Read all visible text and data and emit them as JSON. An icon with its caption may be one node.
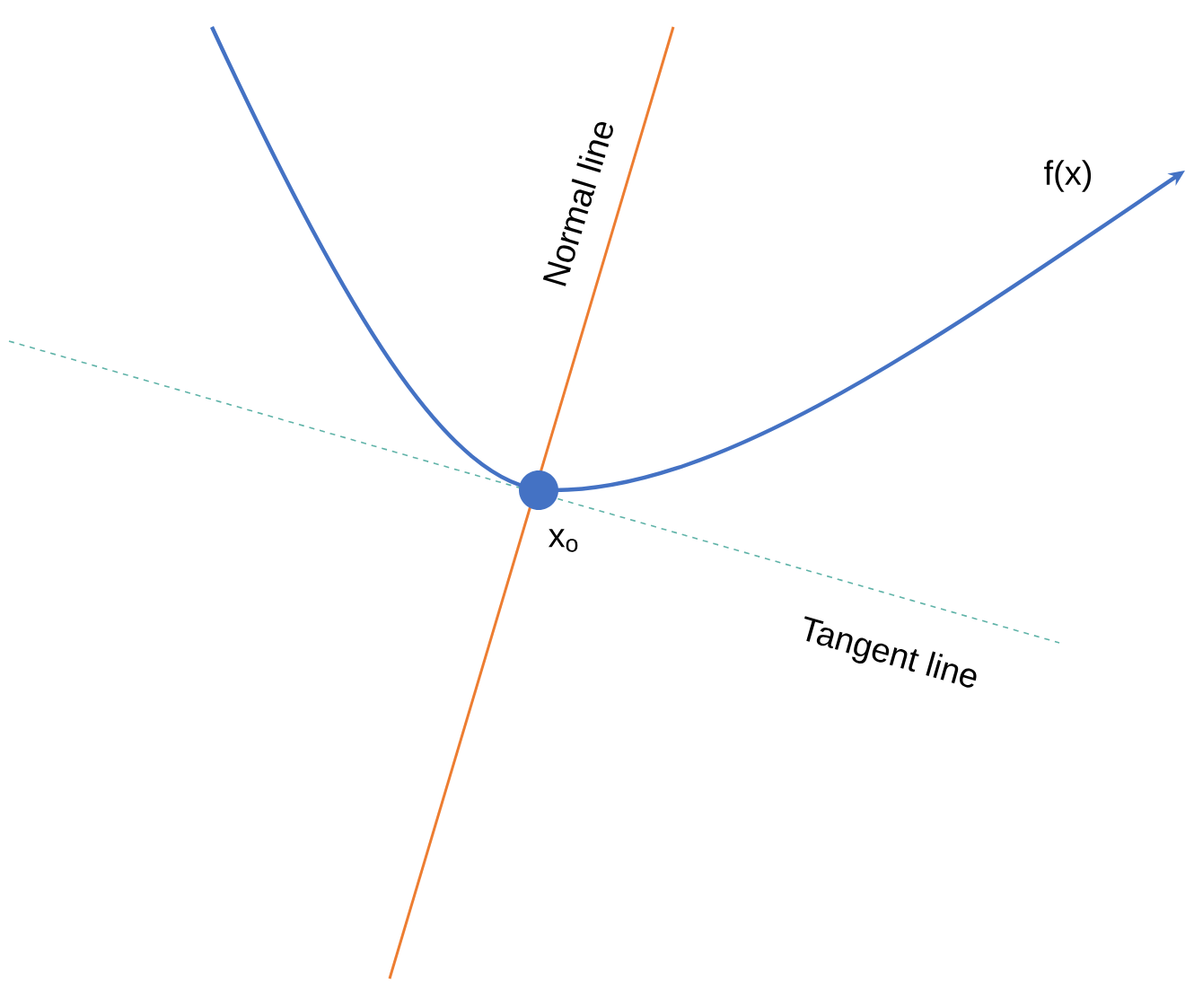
{
  "diagram": {
    "labels": [
      "Normal line",
      "f(x)",
      "x$_{o}$",
      "Tangent line"
    ]
  }
}
